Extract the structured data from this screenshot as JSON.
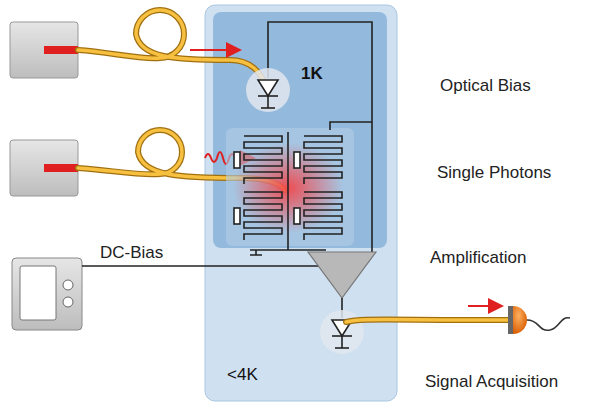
{
  "diagram": {
    "nodes": [
      {
        "text": [
          "<4K"
        ]
      },
      {
        "text": [
          "1K"
        ],
        "in": 0
      }
    ],
    "labels": [
      "Optical Bias",
      "Single Photons",
      "Amplification",
      "DC-Bias",
      "Signal Acquisition"
    ]
  }
}
